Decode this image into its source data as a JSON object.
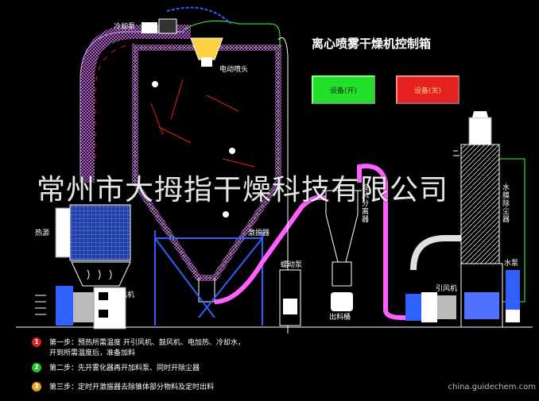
{
  "title": "离心喷雾干燥机控制箱",
  "buttons": {
    "on": "设备(开)",
    "off": "设备(关)"
  },
  "labels": {
    "cooling_pump": "冷却泵",
    "electric_nozzle": "电动喷头",
    "heat_source": "热源",
    "vibrator": "激振器",
    "blower": "鼓风机",
    "feed_pump": "蠕动泵",
    "separator": "旋风分离器",
    "discharge": "出料桶",
    "induced_fan": "引风机",
    "scrubber": "水膜除尘器",
    "water_pump": "水泵"
  },
  "watermark": "常州市大拇指干燥科技有限公司",
  "steps": [
    {
      "num": "1",
      "color": "#e02020",
      "line1": "第一步：预热所需温度   开引风机、鼓风机、电加热、冷却水，",
      "line2": "开到所需温度后，准备加料"
    },
    {
      "num": "2",
      "color": "#22c022",
      "line1": "第二步：先开雾化器再开加料泵、同时开除尘器",
      "line2": ""
    },
    {
      "num": "3",
      "color": "#e8a020",
      "line1": "第三步：定时开激振器去除锥体部分物料及定时出料",
      "line2": ""
    }
  ],
  "source": "china.guidechem.com",
  "colors": {
    "duct": "#e0e0ff",
    "hatch": "#e040e0",
    "frame": "#3060ff",
    "pipe_pink": "#ff60ff",
    "accent_green": "#22e02a",
    "accent_red": "#e42020"
  }
}
